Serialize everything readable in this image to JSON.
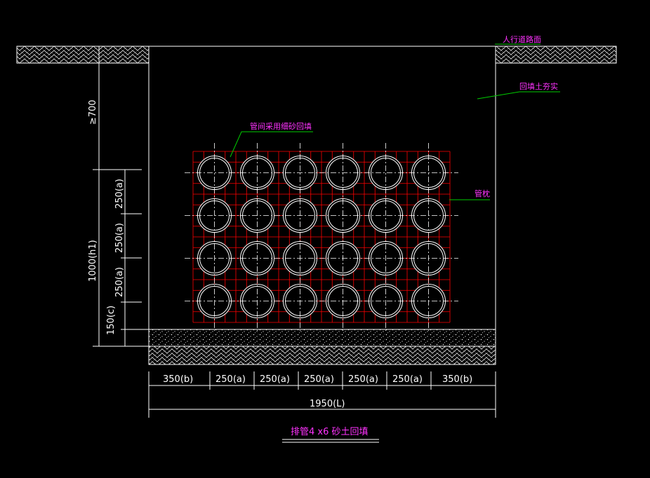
{
  "annotations": {
    "road_surface": "人行道路面",
    "backfill_compacted": "回填土夯实",
    "sand_fill_between": "管间采用细砂回填",
    "pipe_support": "管枕"
  },
  "dimensions": {
    "depth_min": "≥700",
    "height_total": "1000(h1)",
    "bedding": "150(c)",
    "pitch_v": [
      "250(a)",
      "250(a)",
      "250(a)"
    ],
    "horizontal": [
      "350(b)",
      "250(a)",
      "250(a)",
      "250(a)",
      "250(a)",
      "250(a)",
      "350(b)"
    ],
    "total_width": "1950(L)"
  },
  "title": "排管4 x6 砂土回填",
  "pipe_grid": {
    "rows": 4,
    "cols": 6
  },
  "colors": {
    "background": "#000000",
    "lines": "#ffffff",
    "grid": "#ff0000",
    "leader": "#00cc00",
    "text_annotation": "#ff33ff",
    "centerline": "#ffffff"
  }
}
